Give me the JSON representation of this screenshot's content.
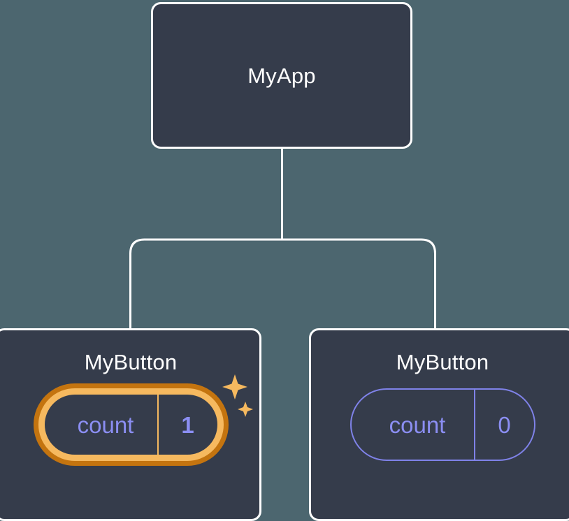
{
  "diagram": {
    "type": "component-tree",
    "background_color": "#4c666f",
    "node_fill_color": "#353c4b",
    "node_border_color": "#ffffff",
    "connector_color": "#ffffff",
    "highlight_outer_color": "#c4740f",
    "highlight_inner_color": "#f6b95f",
    "state_text_color": "#8b8ef2",
    "root": {
      "title": "MyApp"
    },
    "children": [
      {
        "title": "MyButton",
        "state": {
          "label": "count",
          "value": "1"
        },
        "highlighted": "true",
        "sparkle_count": "2"
      },
      {
        "title": "MyButton",
        "state": {
          "label": "count",
          "value": "0"
        },
        "highlighted": "false",
        "sparkle_count": "0"
      }
    ]
  }
}
